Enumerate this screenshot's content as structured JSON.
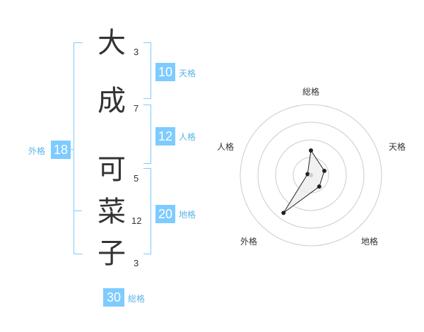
{
  "name": {
    "characters": [
      {
        "char": "大",
        "strokes": "3"
      },
      {
        "char": "成",
        "strokes": "7"
      },
      {
        "char": "可",
        "strokes": "5"
      },
      {
        "char": "菜",
        "strokes": "12"
      },
      {
        "char": "子",
        "strokes": "3"
      }
    ]
  },
  "fortunes": {
    "tenkaku": {
      "value": "10",
      "label": "天格"
    },
    "jinkaku": {
      "value": "12",
      "label": "人格"
    },
    "chikaku": {
      "value": "20",
      "label": "地格"
    },
    "gaikaku": {
      "value": "18",
      "label": "外格"
    },
    "soukaku": {
      "value": "30",
      "label": "総格"
    }
  },
  "radar": {
    "axes": [
      "総格",
      "天格",
      "地格",
      "外格",
      "人格"
    ],
    "values": [
      0.35,
      0.2,
      0.2,
      0.66,
      0.05
    ],
    "max": 1,
    "colors": {
      "ring": "#cccccc",
      "fill": "#eeeeee",
      "line": "#222222",
      "center": "#cccccc"
    }
  },
  "colors": {
    "accent": "#7ecbff",
    "label_text": "#5bb4e8"
  }
}
